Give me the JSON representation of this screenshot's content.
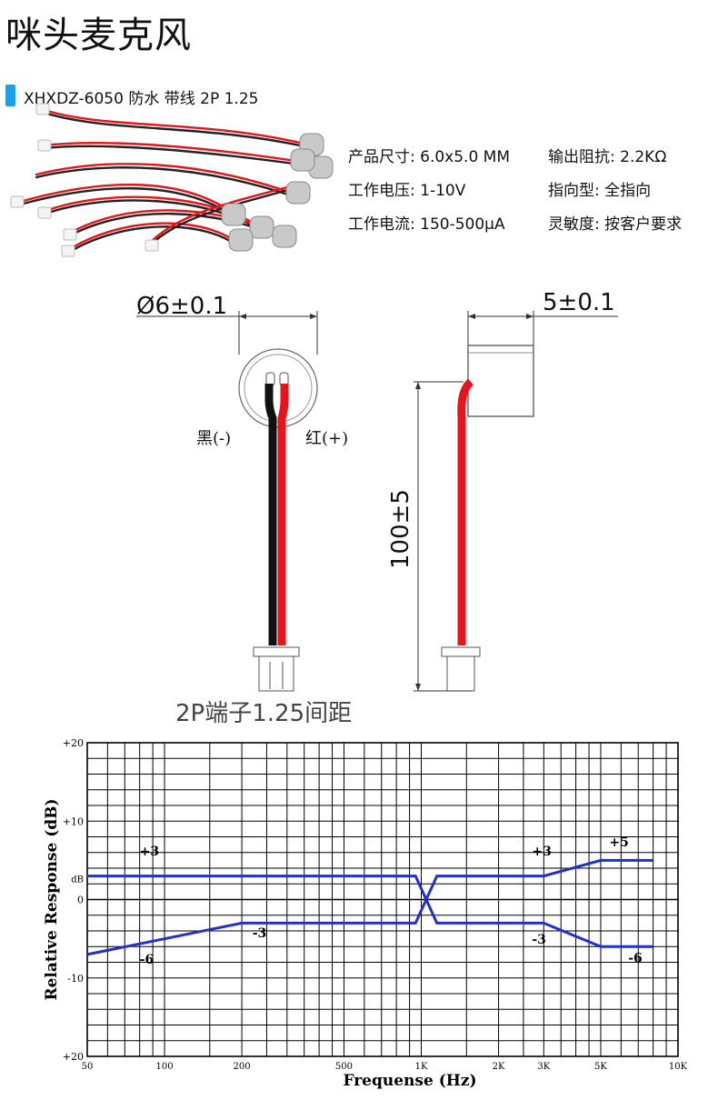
{
  "page": {
    "title": "咪头麦克风",
    "subtitle": "XHXDZ-6050 防水 带线 2P 1.25"
  },
  "specs": [
    {
      "label": "产品尺寸:",
      "value": "6.0x5.0 MM"
    },
    {
      "label": "输出阻抗:",
      "value": "2.2KΩ"
    },
    {
      "label": "工作电压:",
      "value": "1-10V"
    },
    {
      "label": "指向型:",
      "value": "全指向"
    },
    {
      "label": "工作电流:",
      "value": "150-500μA"
    },
    {
      "label": "灵敏度:",
      "value": "按客户要求"
    }
  ],
  "drawing": {
    "diameter": "Ø6±0.1",
    "height": "5±0.1",
    "length": "100±5",
    "black_wire": "黑(-)",
    "red_wire": "红(+)",
    "connector": "2P端子1.25间距",
    "colors": {
      "red": "#e8141b",
      "black": "#111111"
    }
  },
  "chart_data": {
    "type": "line",
    "xlabel": "Frequense (Hz)",
    "ylabel": "Relative Response (dB)",
    "y_unit_label": "dB",
    "x_scale": "log",
    "xlim": [
      50,
      10000
    ],
    "ylim": [
      -20,
      20
    ],
    "x_ticks": [
      {
        "v": 50,
        "label": "50"
      },
      {
        "v": 100,
        "label": "100"
      },
      {
        "v": 200,
        "label": "200"
      },
      {
        "v": 500,
        "label": "500"
      },
      {
        "v": 1000,
        "label": "1K"
      },
      {
        "v": 2000,
        "label": "2K"
      },
      {
        "v": 3000,
        "label": "3K"
      },
      {
        "v": 5000,
        "label": "5K"
      },
      {
        "v": 10000,
        "label": "10K"
      }
    ],
    "y_ticks": [
      {
        "v": 20,
        "label": "+20"
      },
      {
        "v": 10,
        "label": "+10"
      },
      {
        "v": 0,
        "label": "0"
      },
      {
        "v": -10,
        "label": "-10"
      },
      {
        "v": -20,
        "label": "+20"
      }
    ],
    "grid": true,
    "line_color": "#2230c8",
    "series": [
      {
        "points": [
          [
            50,
            3
          ],
          [
            950,
            3
          ],
          [
            1150,
            -3
          ],
          [
            2000,
            -3
          ],
          [
            3000,
            -3
          ],
          [
            5000,
            -6
          ],
          [
            8000,
            -6
          ]
        ]
      },
      {
        "points": [
          [
            50,
            -7
          ],
          [
            200,
            -3
          ],
          [
            950,
            -3
          ],
          [
            1150,
            3
          ],
          [
            3000,
            3
          ],
          [
            5000,
            5
          ],
          [
            8000,
            5
          ]
        ]
      }
    ],
    "annotations": [
      {
        "text": "+3",
        "x": 80,
        "y": 5.6
      },
      {
        "text": "-6",
        "x": 80,
        "y": -8.2
      },
      {
        "text": "-3",
        "x": 220,
        "y": -4.8
      },
      {
        "text": "+3",
        "x": 2700,
        "y": 5.6
      },
      {
        "text": "-3",
        "x": 2700,
        "y": -5.6
      },
      {
        "text": "+5",
        "x": 5400,
        "y": 6.8
      },
      {
        "text": "-6",
        "x": 6400,
        "y": -8.0
      }
    ]
  }
}
